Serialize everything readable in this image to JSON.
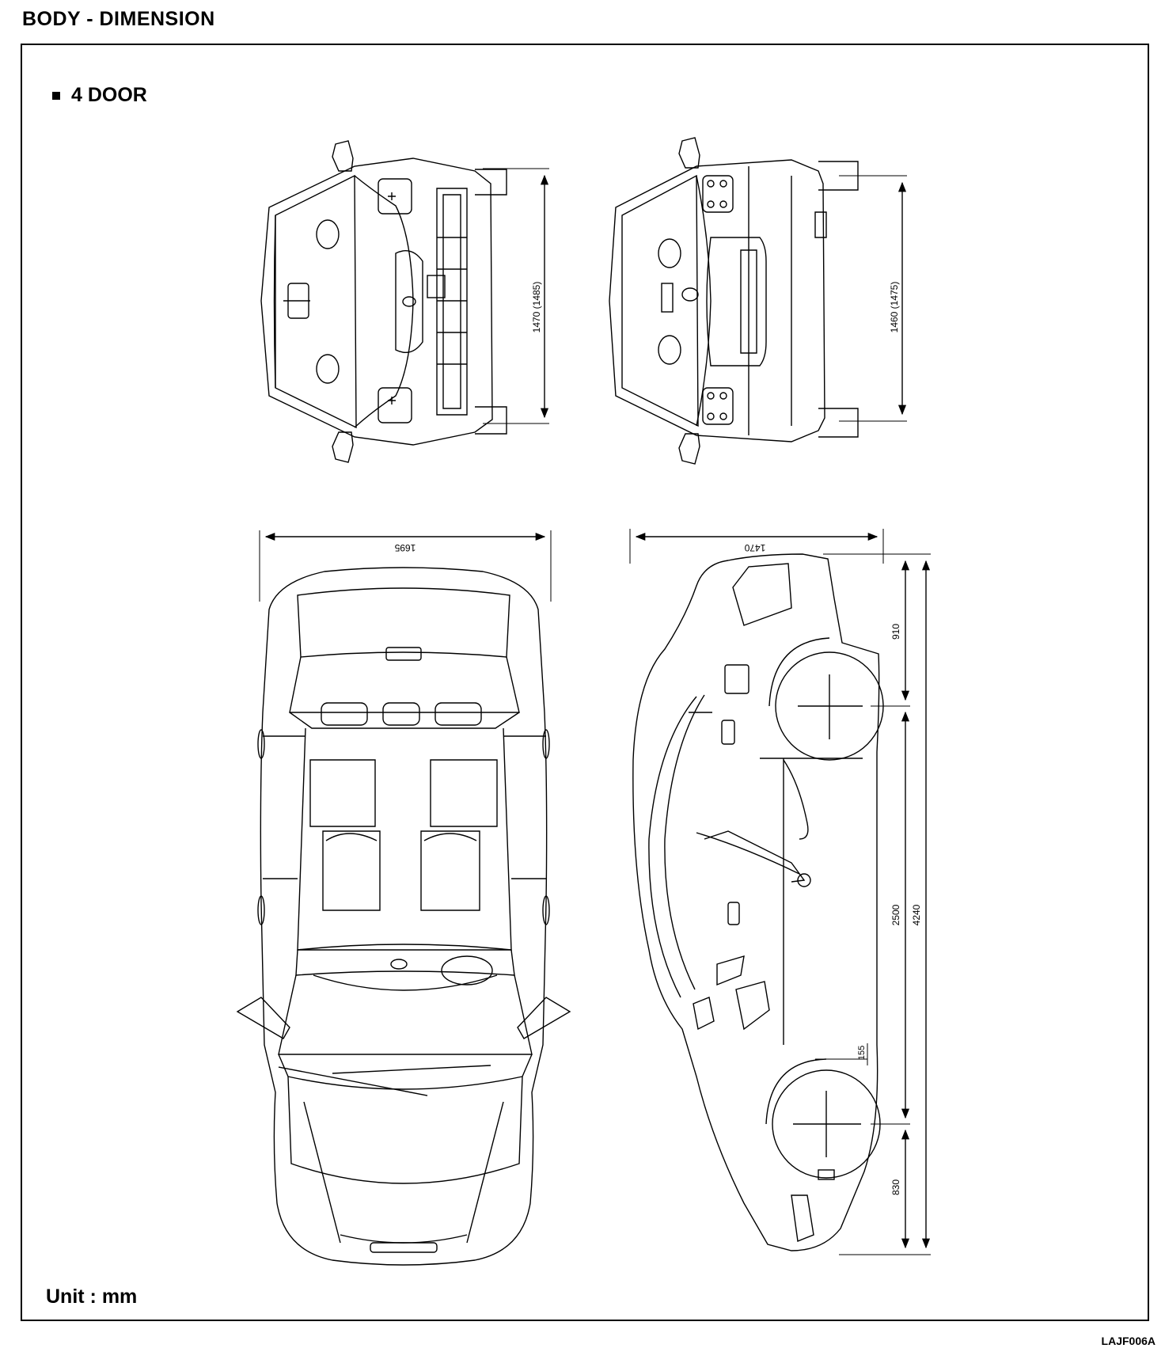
{
  "header": {
    "title": "BODY - DIMENSION"
  },
  "section": {
    "label": "4 DOOR"
  },
  "dimensions": {
    "front_track": "1470 (1485)",
    "rear_track": "1460 (1475)",
    "overall_width": "1695",
    "roof_length": "1470",
    "front_overhang": "910",
    "wheelbase": "2500",
    "overall_length": "4240",
    "rear_overhang": "830",
    "ground_clearance": "155"
  },
  "footer": {
    "unit": "Unit : mm",
    "figure_code": "LAJF006A"
  }
}
